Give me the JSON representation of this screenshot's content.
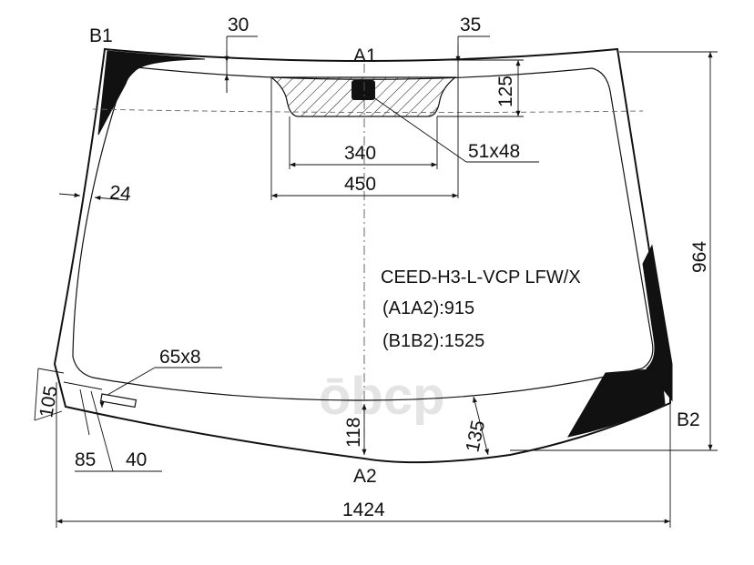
{
  "drawing": {
    "part_code": "CEED-H3-L-VCP LFW/X",
    "diagonal_a": "(A1A2):915",
    "diagonal_b": "(B1B2):1525",
    "points": {
      "a1": "A1",
      "a2": "A2",
      "b1": "B1",
      "b2": "B2"
    },
    "dimensions": {
      "d30": "30",
      "d35": "35",
      "d125": "125",
      "d340": "340",
      "d450": "450",
      "d51x48": "51x48",
      "d24": "24",
      "d964": "964",
      "d65x8": "65x8",
      "d105": "105",
      "d85": "85",
      "d40": "40",
      "d118": "118",
      "d135": "135",
      "d1424": "1424"
    },
    "watermark": "ōbcp",
    "colors": {
      "ink": "#111111",
      "watermark": "#e4e4e4",
      "background": "#ffffff"
    }
  }
}
